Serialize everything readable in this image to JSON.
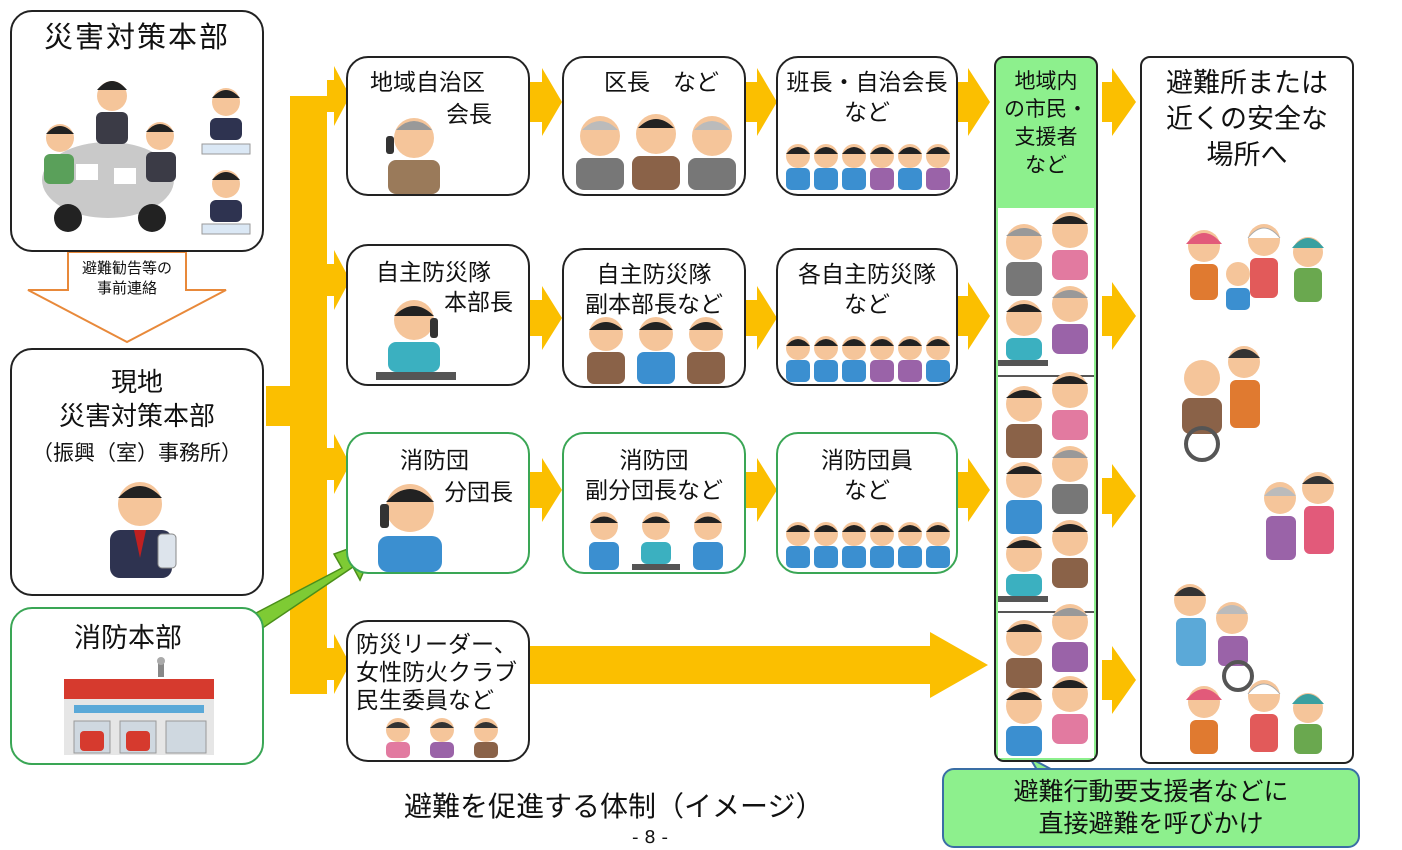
{
  "left": {
    "hq_title": "災害対策本部",
    "advance_notice": [
      "避難勧告等の",
      "事前連絡"
    ],
    "local_hq": [
      "現地",
      "災害対策本部",
      "（振興（室）事務所）"
    ],
    "fire_hq": "消防本部"
  },
  "rows": [
    {
      "n1": [
        "地域自治区",
        "会長"
      ],
      "n2": [
        "区長　など"
      ],
      "n3": [
        "班長・自治会長",
        "など"
      ]
    },
    {
      "n1": [
        "自主防災隊",
        "本部長"
      ],
      "n2": [
        "自主防災隊",
        "副本部長など"
      ],
      "n3": [
        "各自主防災隊",
        "など"
      ]
    },
    {
      "n1": [
        "消防団",
        "分団長"
      ],
      "n2": [
        "消防団",
        "副分団長など"
      ],
      "n3": [
        "消防団員",
        "など"
      ]
    },
    {
      "n1": [
        "防災リーダー、",
        "女性防火クラブ",
        "民生委員など"
      ]
    }
  ],
  "residents": [
    "地域内",
    "の市民・",
    "支援者",
    "など"
  ],
  "destination": [
    "避難所または",
    "近くの安全な",
    "場所へ"
  ],
  "callout": [
    "避難行動要支援者などに",
    "直接避難を呼びかけ"
  ],
  "caption": "避難を促進する体制（イメージ）",
  "page_number": "- 8 -",
  "colors": {
    "arrow": "#fbbf00",
    "residents_bg": "#8df08d",
    "green_border": "#3aa655",
    "fire_arrow": "#7ecb34"
  }
}
